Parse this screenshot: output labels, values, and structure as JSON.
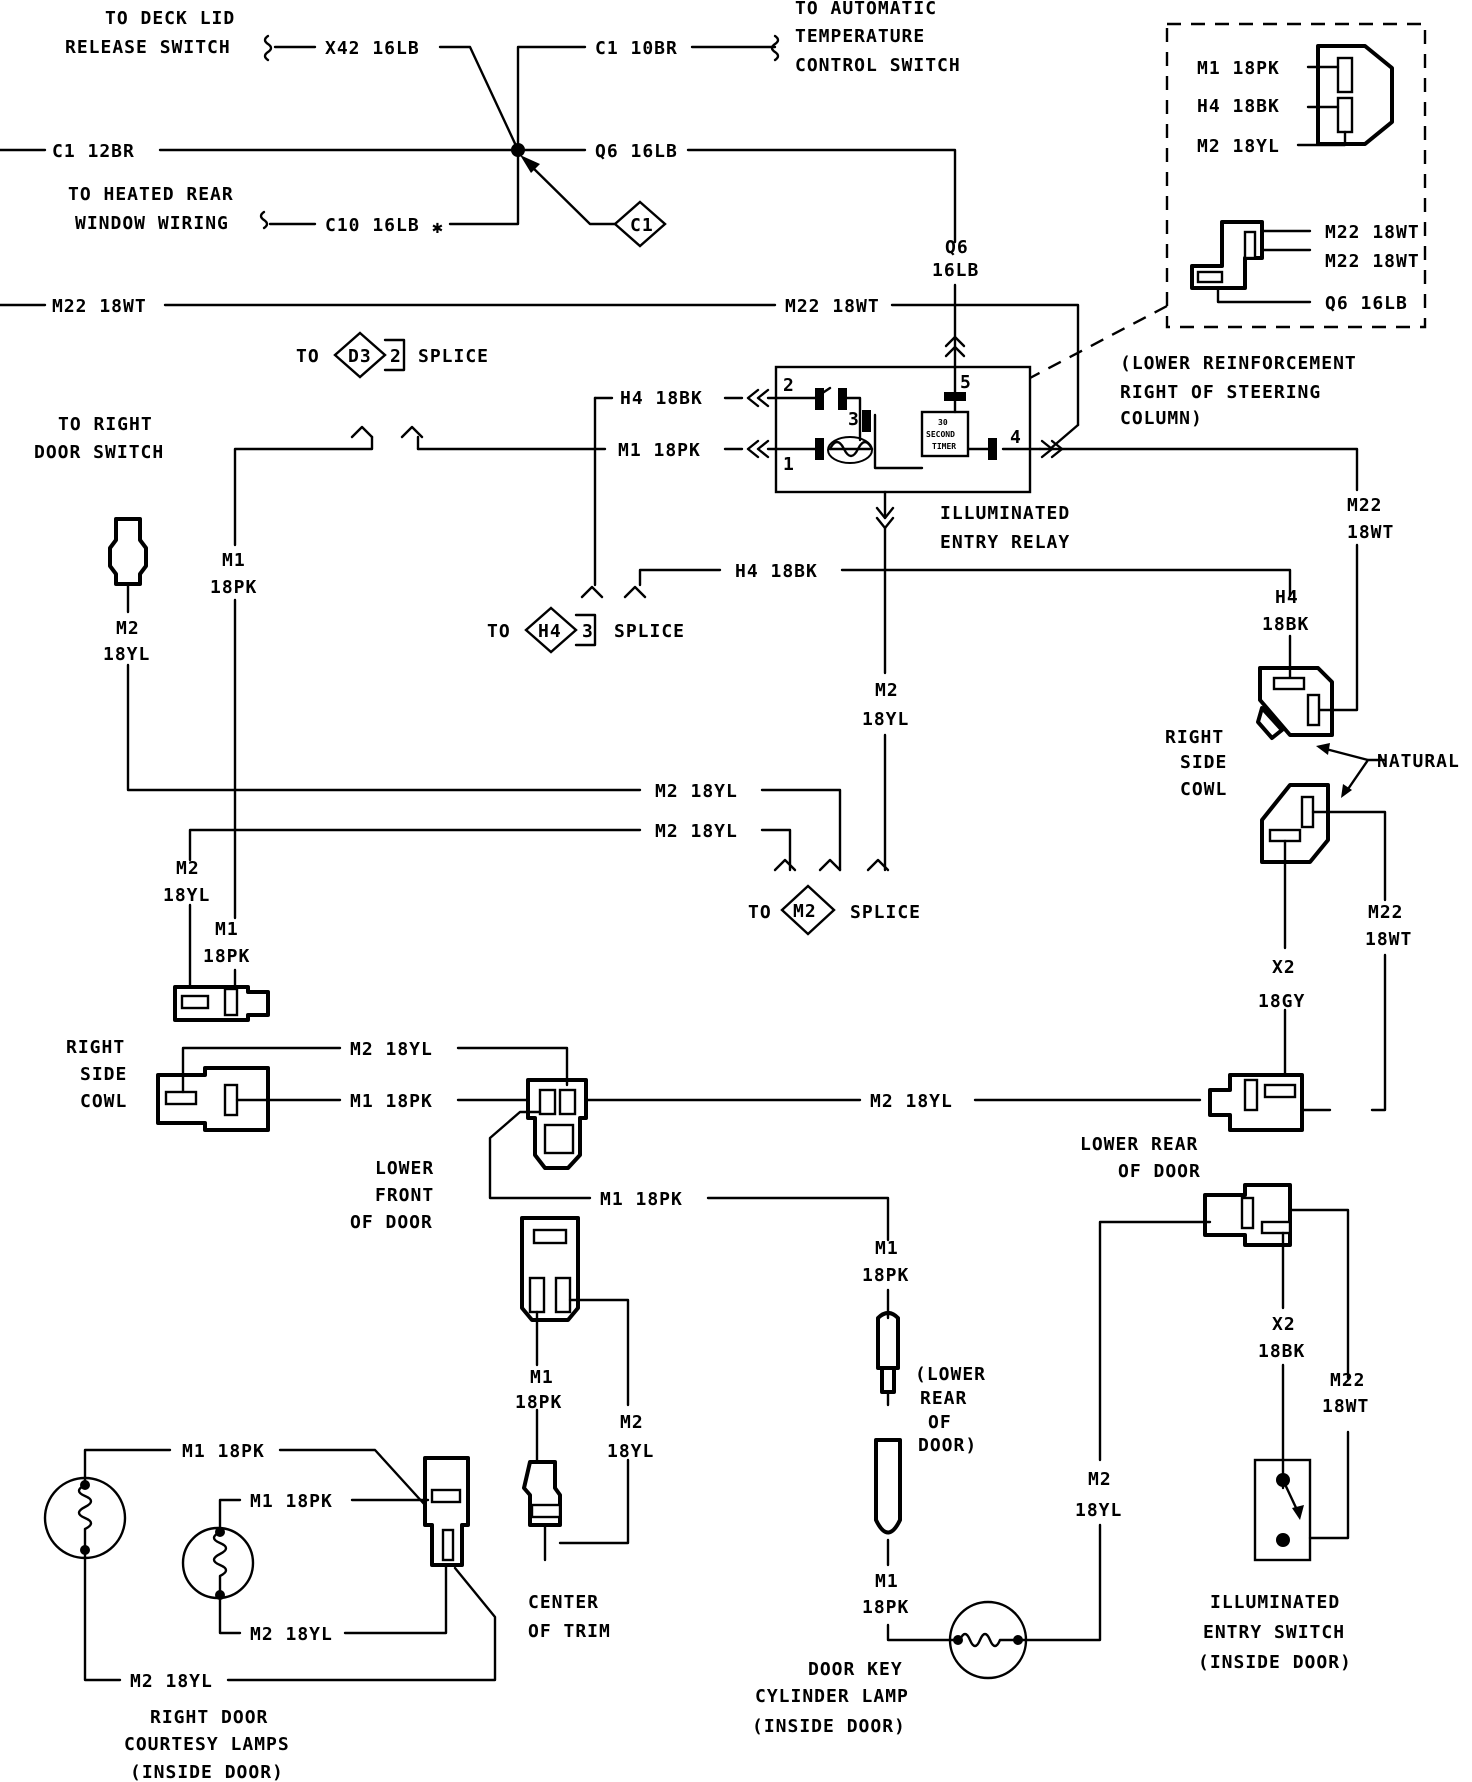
{
  "top": {
    "deck_lid_1": "TO DECK LID",
    "deck_lid_2": "RELEASE SWITCH",
    "x42": "X42 16LB",
    "c1_10br": "C1 10BR",
    "atc_1": "TO AUTOMATIC",
    "atc_2": "TEMPERATURE",
    "atc_3": "CONTROL SWITCH",
    "c1_12br": "C1 12BR",
    "q6_16lb": "Q6 16LB",
    "heated_1": "TO HEATED REAR",
    "heated_2": "WINDOW WIRING",
    "c10": "C10 16LB",
    "c10_mark": "✱",
    "c1_splice": "C1",
    "q6_a": "Q6",
    "q6_b": "16LB",
    "m22_left": "M22 18WT",
    "m22_right": "M22 18WT"
  },
  "inset": {
    "m1": "M1 18PK",
    "h4": "H4 18BK",
    "m2": "M2 18YL",
    "m22_a": "M22 18WT",
    "m22_b": "M22 18WT",
    "q6": "Q6 16LB",
    "location_1": "(LOWER REINFORCEMENT",
    "location_2": "RIGHT OF STEERING",
    "location_3": "COLUMN)"
  },
  "relay": {
    "h4": "H4 18BK",
    "m1": "M1 18PK",
    "pin1": "1",
    "pin2": "2",
    "pin3": "3",
    "pin4": "4",
    "pin5": "5",
    "timer_1": "30",
    "timer_2": "SECOND",
    "timer_3": "TIMER",
    "label_1": "ILLUMINATED",
    "label_2": "ENTRY RELAY",
    "m2_a": "M2",
    "m2_b": "18YL"
  },
  "splices": {
    "d3_to": "TO",
    "d3_id": "D3",
    "d3_num": "2",
    "d3_word": "SPLICE",
    "h4_to": "TO",
    "h4_id": "H4",
    "h4_num": "3",
    "h4_word": "SPLICE",
    "m2_to": "TO",
    "m2_id": "M2",
    "m2_word": "SPLICE",
    "h4_wire": "H4 18BK"
  },
  "left": {
    "door_sw_1": "TO RIGHT",
    "door_sw_2": "DOOR SWITCH",
    "m2_a": "M2",
    "m2_b": "18YL",
    "m1_a": "M1",
    "m1_b": "18PK",
    "m2_yl_1": "M2 18YL",
    "m2_yl_2": "M2 18YL",
    "m2_c": "M2",
    "m2_d": "18YL",
    "m1_c": "M1",
    "m1_d": "18PK"
  },
  "right": {
    "h4_a": "H4",
    "h4_b": "18BK",
    "m22_a": "M22",
    "m22_b": "18WT",
    "cowl_1": "RIGHT",
    "cowl_2": "SIDE",
    "cowl_3": "COWL",
    "natural": "NATURAL",
    "x2_a": "X2",
    "x2_b": "18GY",
    "m22_c": "M22",
    "m22_d": "18WT"
  },
  "middle": {
    "cowl_1": "RIGHT",
    "cowl_2": "SIDE",
    "cowl_3": "COWL",
    "m2_yl": "M2 18YL",
    "m1_pk": "M1 18PK",
    "m2_long": "M2 18YL",
    "lrd_1": "LOWER REAR",
    "lrd_2": "OF DOOR",
    "lfd_1": "LOWER",
    "lfd_2": "FRONT",
    "lfd_3": "OF DOOR",
    "m1_pk2": "M1 18PK"
  },
  "bottom": {
    "cl_m1": "M1 18PK",
    "cl_m1b": "M1 18PK",
    "cl_m2": "M2 18YL",
    "cl_m2b": "M2 18YL",
    "cl_1": "RIGHT DOOR",
    "cl_2": "COURTESY LAMPS",
    "cl_3": "(INSIDE DOOR)",
    "t_m1a": "M1",
    "t_m1b": "18PK",
    "t_m2a": "M2",
    "t_m2b": "18YL",
    "trim_1": "CENTER",
    "trim_2": "OF TRIM",
    "k_m1a": "M1",
    "k_m1b": "18PK",
    "k_loc_1": "(LOWER",
    "k_loc_2": "REAR",
    "k_loc_3": "OF",
    "k_loc_4": "DOOR)",
    "k_m1c": "M1",
    "k_m1d": "18PK",
    "key_1": "DOOR KEY",
    "key_2": "CYLINDER LAMP",
    "key_3": "(INSIDE DOOR)",
    "s_m2a": "M2",
    "s_m2b": "18YL",
    "s_x2a": "X2",
    "s_x2b": "18BK",
    "s_m22a": "M22",
    "s_m22b": "18WT",
    "sw_1": "ILLUMINATED",
    "sw_2": "ENTRY SWITCH",
    "sw_3": "(INSIDE DOOR)"
  }
}
